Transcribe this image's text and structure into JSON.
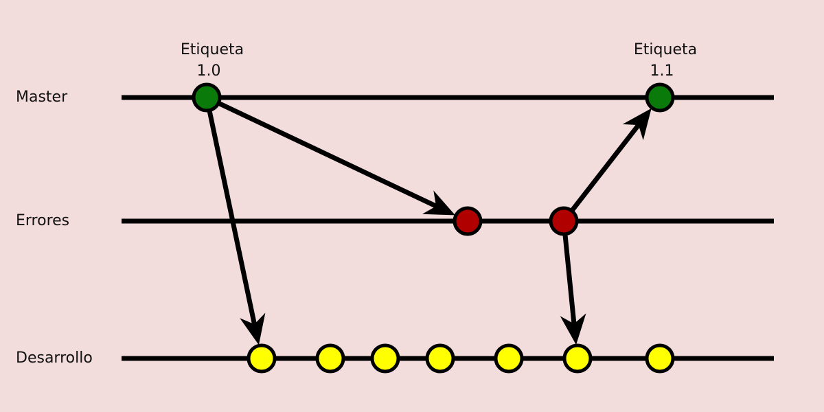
{
  "branches": [
    {
      "id": "master",
      "label": "Master"
    },
    {
      "id": "errores",
      "label": "Errores"
    },
    {
      "id": "desarrollo",
      "label": "Desarrollo"
    }
  ],
  "tags": [
    {
      "line1": "Etiqueta",
      "line2": "1.0"
    },
    {
      "line1": "Etiqueta",
      "line2": "1.1"
    }
  ],
  "commits": [
    {
      "id": "m1",
      "branch": "master"
    },
    {
      "id": "m2",
      "branch": "master"
    },
    {
      "id": "e1",
      "branch": "errores"
    },
    {
      "id": "e2",
      "branch": "errores"
    },
    {
      "id": "d1",
      "branch": "desarrollo"
    },
    {
      "id": "d2",
      "branch": "desarrollo"
    },
    {
      "id": "d3",
      "branch": "desarrollo"
    },
    {
      "id": "d4",
      "branch": "desarrollo"
    },
    {
      "id": "d5",
      "branch": "desarrollo"
    },
    {
      "id": "d6",
      "branch": "desarrollo"
    },
    {
      "id": "d7",
      "branch": "desarrollo"
    }
  ],
  "edges": [
    {
      "from": "m1",
      "to": "e1"
    },
    {
      "from": "m1",
      "to": "d1"
    },
    {
      "from": "e2",
      "to": "m2"
    },
    {
      "from": "e2",
      "to": "d6"
    }
  ],
  "colors": {
    "background": "#f2dcdc",
    "line": "#000000",
    "master": "#0a7a0a",
    "errores": "#b00000",
    "desarrollo": "#ffff00"
  }
}
